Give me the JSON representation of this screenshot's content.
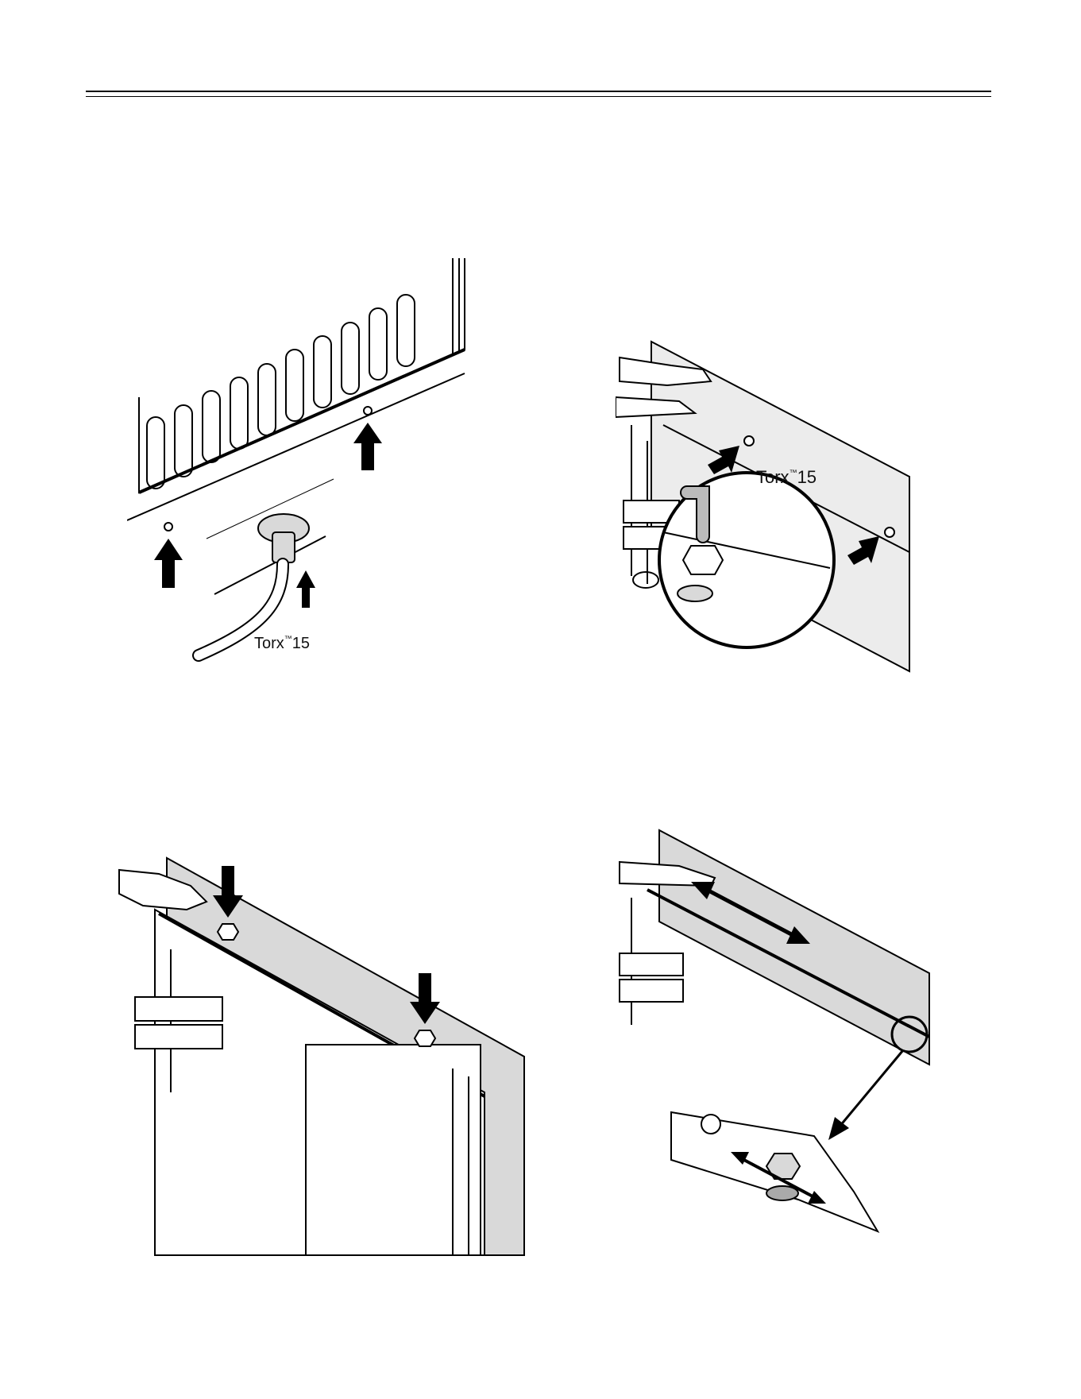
{
  "figures": {
    "top_left": {
      "callout_label": "Torx",
      "callout_tm": "™",
      "callout_number": "15"
    },
    "top_right": {
      "callout_label": "Torx",
      "callout_tm": "™",
      "callout_number": "15"
    }
  },
  "colors": {
    "ink": "#000000",
    "panel": "#d9d9d9",
    "paper": "#ffffff"
  }
}
